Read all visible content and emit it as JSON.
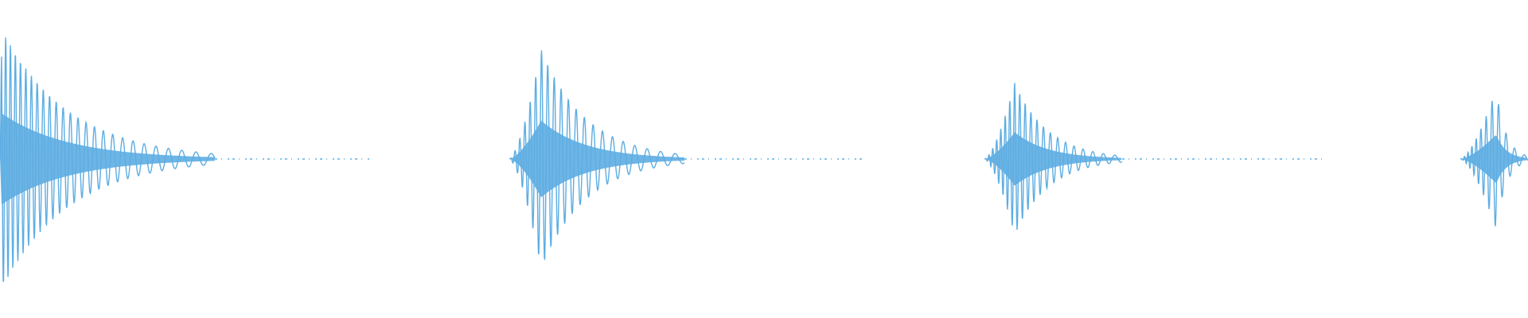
{
  "waveform": {
    "color": "#5DADE2",
    "background": "#FFFFFF",
    "amplitude_range": [
      -1,
      1
    ],
    "bursts": [
      {
        "peak_amplitude": 0.82,
        "cycles": 11,
        "tail_dots": true
      },
      {
        "peak_amplitude": 0.69,
        "cycles": 9,
        "tail_dots": true
      },
      {
        "peak_amplitude": 0.48,
        "cycles": 9,
        "tail_dots": true
      },
      {
        "peak_amplitude": 0.44,
        "cycles": 5,
        "tail_dots": false
      }
    ]
  }
}
